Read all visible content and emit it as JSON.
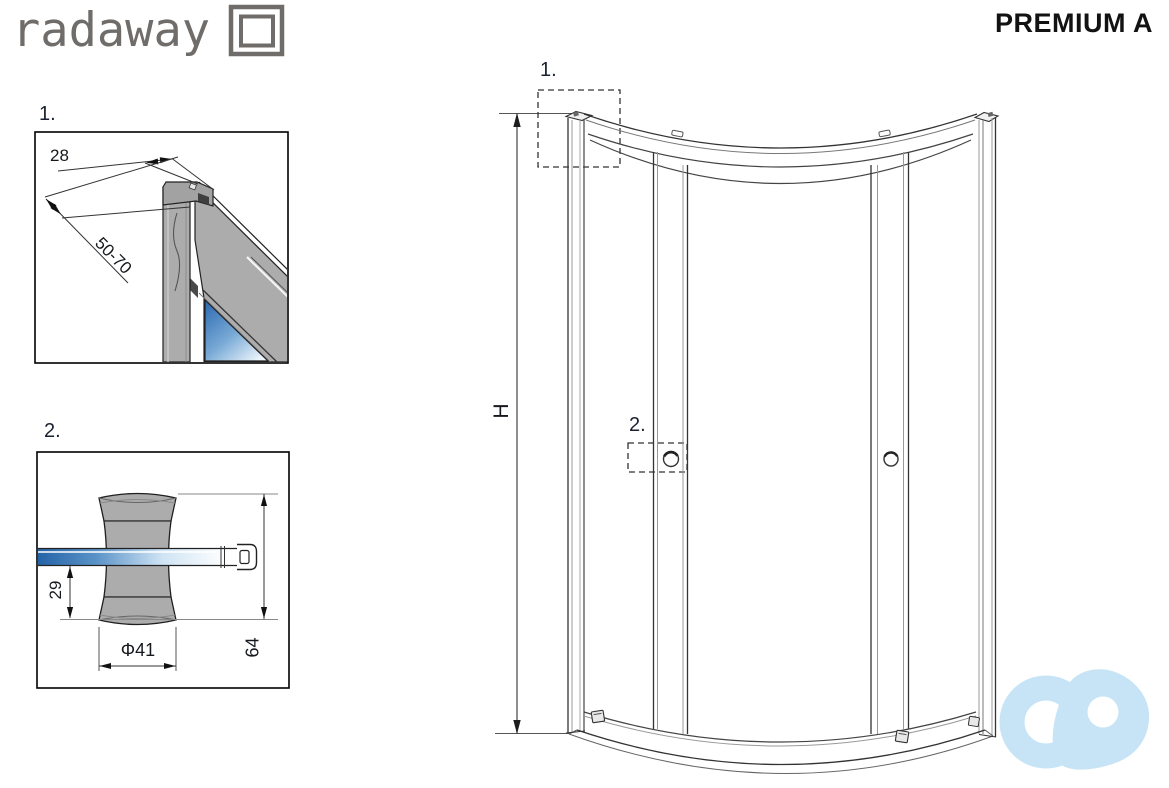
{
  "header": {
    "brand_text": "radaway",
    "product_name": "PREMIUM A"
  },
  "icons": {
    "brand_square": "square-in-square-logo-mark",
    "watermark": "co-infinity-watermark"
  },
  "colors": {
    "logo_gray": "#6F6C69",
    "line_dark": "#333333",
    "profile_gray": "#ACACAC",
    "glass_blue": "#2A68B0",
    "watermark_blue": "#C6E4F5"
  },
  "detail_1": {
    "label": "1.",
    "dim_profile_width": "28",
    "dim_adjustment_range": "50-70"
  },
  "detail_2": {
    "label": "2.",
    "dim_glass_to_edge": "29",
    "dim_roller_diameter": "Φ41",
    "dim_roller_height": "64"
  },
  "main_drawing": {
    "dim_height_label": "H",
    "callout_detail_1": "1.",
    "callout_detail_2": "2."
  }
}
